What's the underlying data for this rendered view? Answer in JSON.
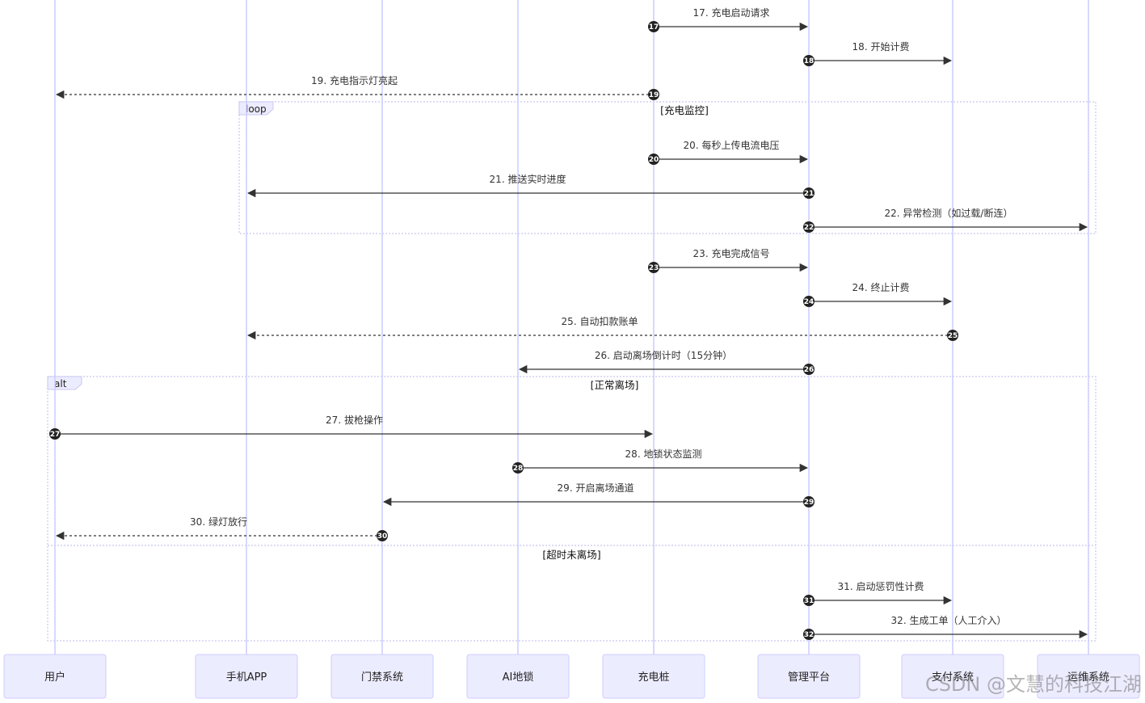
{
  "colors": {
    "lifeline": "#ccccff",
    "actor_fill": "#ececff",
    "actor_stroke": "#ccccff",
    "arrow": "#333333",
    "frame_border": "#c8c8f0",
    "frame_tab": "#ececff",
    "seq_badge": "#222222"
  },
  "actors": [
    {
      "id": "user",
      "label": "用户"
    },
    {
      "id": "app",
      "label": "手机APP"
    },
    {
      "id": "gate",
      "label": "门禁系统"
    },
    {
      "id": "lock",
      "label": "AI地锁"
    },
    {
      "id": "pile",
      "label": "充电桩"
    },
    {
      "id": "platform",
      "label": "管理平台"
    },
    {
      "id": "pay",
      "label": "支付系统"
    },
    {
      "id": "ops",
      "label": "运维系统"
    }
  ],
  "messages": [
    {
      "num": "17",
      "text": "17. 充电启动请求",
      "from": "pile",
      "to": "platform",
      "style": "solid"
    },
    {
      "num": "18",
      "text": "18. 开始计费",
      "from": "platform",
      "to": "pay",
      "style": "solid"
    },
    {
      "num": "19",
      "text": "19. 充电指示灯亮起",
      "from": "pile",
      "to": "user",
      "style": "dotted"
    },
    {
      "num": "20",
      "text": "20. 每秒上传电流电压",
      "from": "pile",
      "to": "platform",
      "style": "solid"
    },
    {
      "num": "21",
      "text": "21. 推送实时进度",
      "from": "platform",
      "to": "app",
      "style": "solid"
    },
    {
      "num": "22",
      "text": "22. 异常检测（如过载/断连）",
      "from": "platform",
      "to": "ops",
      "style": "solid"
    },
    {
      "num": "23",
      "text": "23. 充电完成信号",
      "from": "pile",
      "to": "platform",
      "style": "solid"
    },
    {
      "num": "24",
      "text": "24. 终止计费",
      "from": "platform",
      "to": "pay",
      "style": "solid"
    },
    {
      "num": "25",
      "text": "25. 自动扣款账单",
      "from": "pay",
      "to": "app",
      "style": "dotted"
    },
    {
      "num": "26",
      "text": "26. 启动离场倒计时（15分钟）",
      "from": "platform",
      "to": "lock",
      "style": "solid"
    },
    {
      "num": "27",
      "text": "27. 拔枪操作",
      "from": "user",
      "to": "pile",
      "style": "solid"
    },
    {
      "num": "28",
      "text": "28. 地锁状态监测",
      "from": "lock",
      "to": "platform",
      "style": "solid"
    },
    {
      "num": "29",
      "text": "29. 开启离场通道",
      "from": "platform",
      "to": "gate",
      "style": "solid"
    },
    {
      "num": "30",
      "text": "30. 绿灯放行",
      "from": "gate",
      "to": "user",
      "style": "dotted"
    },
    {
      "num": "31",
      "text": "31. 启动惩罚性计费",
      "from": "platform",
      "to": "pay",
      "style": "solid"
    },
    {
      "num": "32",
      "text": "32. 生成工单（人工介入）",
      "from": "platform",
      "to": "ops",
      "style": "solid"
    }
  ],
  "frames": [
    {
      "type": "loop",
      "condition": "[充电监控]",
      "first": "20",
      "last": "22",
      "left_actor": "app",
      "right_actor": "ops"
    },
    {
      "type": "alt",
      "condition": "[正常离场]",
      "else_condition": "[超时未离场]",
      "first": "27",
      "last": "32",
      "else_after": "30",
      "left_actor": "user",
      "right_actor": "ops"
    }
  ],
  "watermark": "CSDN @文慧的科技江湖"
}
